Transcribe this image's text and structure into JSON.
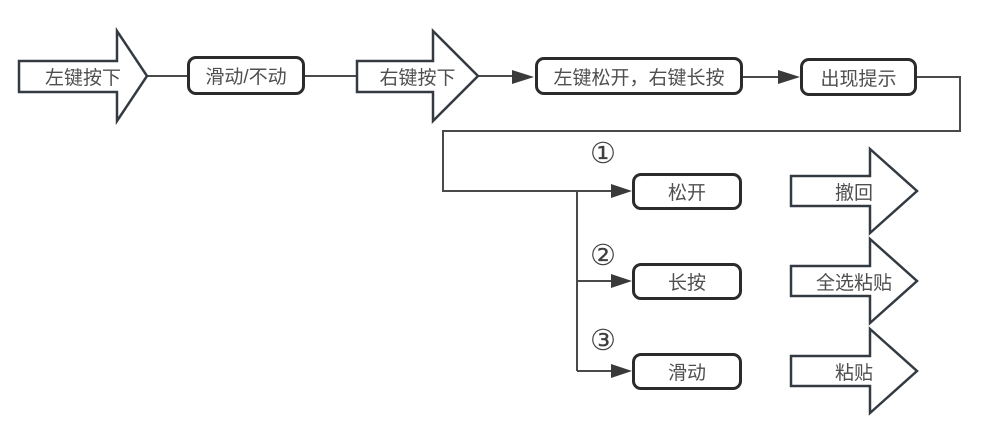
{
  "canvas": {
    "background": "#ffffff"
  },
  "colors": {
    "arrow_shape_border": "#333a42",
    "box_border": "#2b2b2b",
    "connector_line": "#4a4a4a",
    "arrowhead_fill": "#3a3a3a",
    "text": "#4f4f4f"
  },
  "nodes": {
    "left_press": "左键按下",
    "slide_or_still": "滑动/不动",
    "right_press": "右键按下",
    "left_release_right_hold": "左键松开，右键长按",
    "prompt_appears": "出现提示",
    "release": "松开",
    "undo": "撤回",
    "long_press": "长按",
    "select_all_paste": "全选粘贴",
    "slide": "滑动",
    "paste": "粘贴"
  },
  "branch_markers": {
    "one": "①",
    "two": "②",
    "three": "③"
  }
}
